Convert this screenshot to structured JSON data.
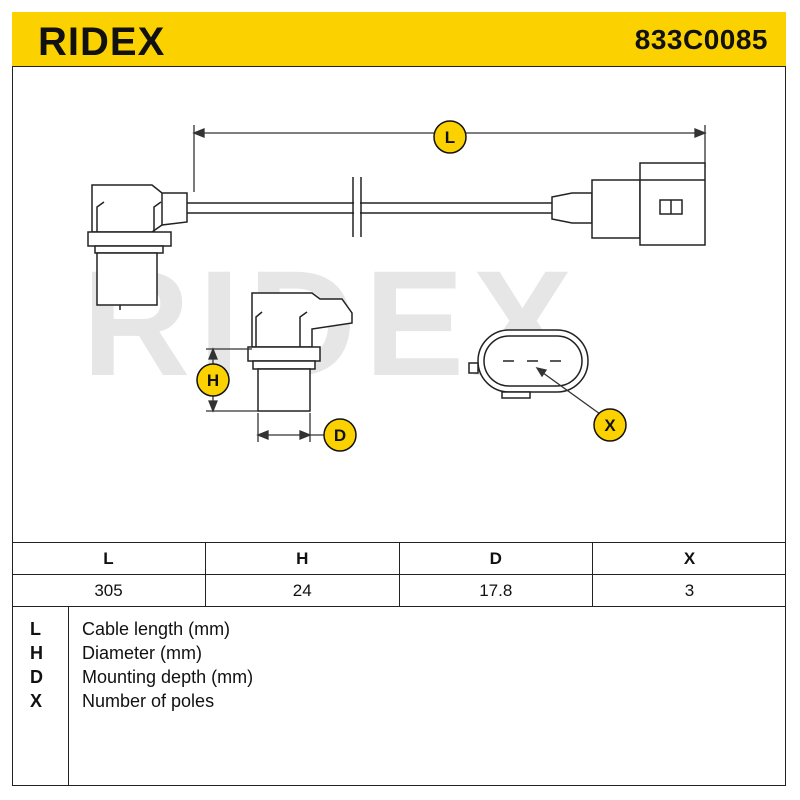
{
  "header": {
    "brand": "RIDEX",
    "part_number": "833C0085",
    "color": "#fbd200"
  },
  "drawing": {
    "watermark": "RIDEX",
    "labels": {
      "L": "L",
      "H": "H",
      "D": "D",
      "X": "X"
    },
    "callout_color": "#fbd200"
  },
  "dimensions": {
    "headers": [
      "L",
      "H",
      "D",
      "X"
    ],
    "values": [
      "305",
      "24",
      "17.8",
      "3"
    ]
  },
  "legend": [
    {
      "key": "L",
      "desc": "Cable length (mm)"
    },
    {
      "key": "H",
      "desc": "Diameter (mm)"
    },
    {
      "key": "D",
      "desc": "Mounting depth (mm)"
    },
    {
      "key": "X",
      "desc": "Number of poles"
    }
  ]
}
